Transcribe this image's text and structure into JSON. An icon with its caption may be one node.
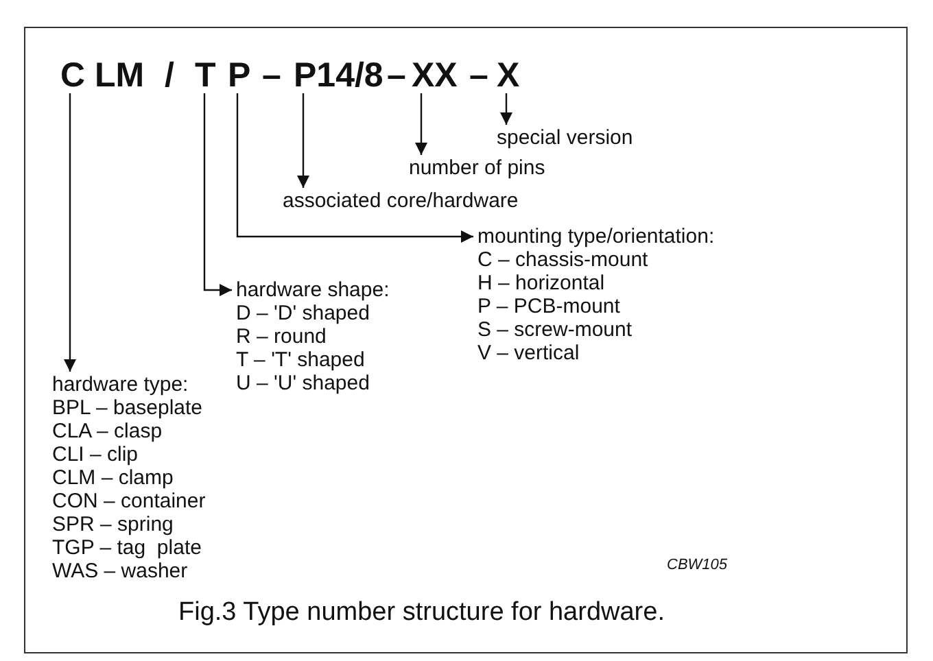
{
  "diagram": {
    "caption": "Fig.3  Type number structure for hardware.",
    "nodes": [
      {
        "text": [
          "C LM"
        ]
      },
      {
        "text": [
          "T"
        ]
      },
      {
        "text": [
          "P"
        ]
      },
      {
        "text": [
          "P14/8"
        ]
      },
      {
        "text": [
          "XX"
        ]
      },
      {
        "text": [
          "X"
        ]
      },
      {
        "text": [
          "special version"
        ]
      },
      {
        "text": [
          "number of pins"
        ]
      },
      {
        "text": [
          "associated core/hardware"
        ]
      },
      {
        "text": [
          "mounting type/orientation:",
          "C – chassis-mount",
          "H – horizontal",
          "P – PCB-mount",
          "S – screw-mount",
          "V – vertical"
        ]
      },
      {
        "text": [
          "hardware shape:",
          "D – 'D' shaped",
          "R – round",
          "T – 'T' shaped",
          "U – 'U' shaped"
        ]
      },
      {
        "text": [
          "hardware type:",
          "BPL – baseplate",
          "CLA – clasp",
          "CLI – clip",
          "CLM – clamp",
          "CON – container",
          "SPR – spring",
          "TGP – tag  plate",
          "WAS – washer"
        ]
      }
    ],
    "edges": [
      {
        "from": 0,
        "to": 11,
        "arrow": "to"
      },
      {
        "from": 1,
        "to": 10,
        "arrow": "to"
      },
      {
        "from": 2,
        "to": 9,
        "arrow": "to"
      },
      {
        "from": 3,
        "to": 8,
        "arrow": "to"
      },
      {
        "from": 4,
        "to": 7,
        "arrow": "to"
      },
      {
        "from": 5,
        "to": 6,
        "arrow": "to"
      }
    ],
    "labels": [
      "/",
      "–",
      "–",
      "–",
      "CBW105"
    ]
  }
}
